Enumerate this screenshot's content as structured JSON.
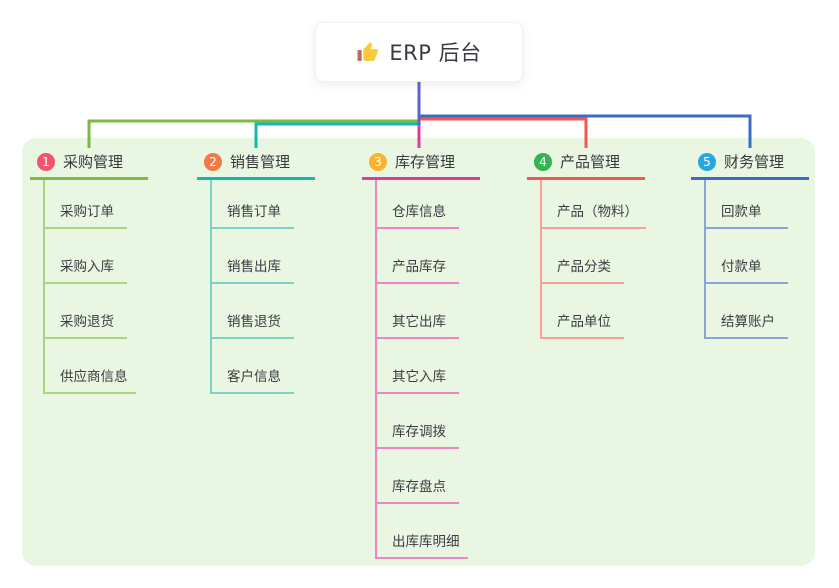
{
  "root": {
    "title": "ERP 后台",
    "icon": "thumbs-up-icon",
    "icon_colors": {
      "hand": "#fbca3c",
      "cuff": "#b5705a"
    }
  },
  "canvas": {
    "page_background": "#ffffff",
    "panel_background": "#e8f6e2",
    "root_connector_color": "#5a66c4"
  },
  "branches": [
    {
      "index": "1",
      "title": "采购管理",
      "badge_color": "#f0556d",
      "line_color": "#7cbb3f",
      "child_line_color": "#a8d67f",
      "children": [
        "采购订单",
        "采购入库",
        "采购退货",
        "供应商信息"
      ]
    },
    {
      "index": "2",
      "title": "销售管理",
      "badge_color": "#f07a45",
      "line_color": "#14b9ac",
      "child_line_color": "#79d3c9",
      "children": [
        "销售订单",
        "销售出库",
        "销售退货",
        "客户信息"
      ]
    },
    {
      "index": "3",
      "title": "库存管理",
      "badge_color": "#f9b32e",
      "line_color": "#df3a9d",
      "child_line_color": "#ef85c5",
      "children": [
        "仓库信息",
        "产品库存",
        "其它出库",
        "其它入库",
        "库存调拨",
        "库存盘点",
        "出库库明细"
      ]
    },
    {
      "index": "4",
      "title": "产品管理",
      "badge_color": "#30b552",
      "line_color": "#f4574d",
      "child_line_color": "#f9a09b",
      "children": [
        "产品（物料）",
        "产品分类",
        "产品单位"
      ]
    },
    {
      "index": "5",
      "title": "财务管理",
      "badge_color": "#29a6e0",
      "line_color": "#3c6dc6",
      "child_line_color": "#8aa4da",
      "children": [
        "回款单",
        "付款单",
        "结算账户"
      ]
    }
  ]
}
